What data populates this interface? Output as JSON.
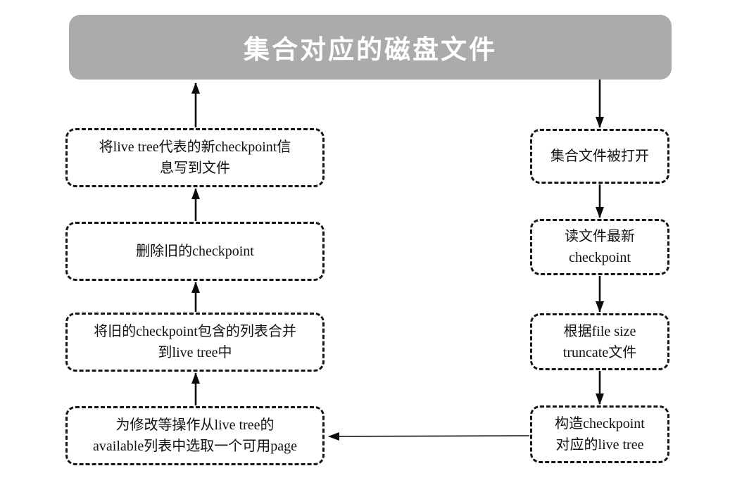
{
  "diagram": {
    "title": "集合对应的磁盘文件",
    "left_flow": [
      {
        "label": "将live tree代表的新checkpoint信\n息写到文件"
      },
      {
        "label": "删除旧的checkpoint"
      },
      {
        "label": "将旧的checkpoint包含的列表合并\n到live tree中"
      },
      {
        "label": "为修改等操作从live tree的\navailable列表中选取一个可用page"
      }
    ],
    "right_flow": [
      {
        "label": "集合文件被打开"
      },
      {
        "label": "读文件最新\ncheckpoint"
      },
      {
        "label": "根据file size\ntruncate文件"
      },
      {
        "label": "构造checkpoint\n对应的live tree"
      }
    ],
    "connections": [
      {
        "from": "write-new-checkpoint",
        "to": "disk-file-title",
        "direction": "up"
      },
      {
        "from": "delete-old-checkpoint",
        "to": "write-new-checkpoint",
        "direction": "up"
      },
      {
        "from": "merge-old-checkpoint-lists",
        "to": "delete-old-checkpoint",
        "direction": "up"
      },
      {
        "from": "pick-available-page",
        "to": "merge-old-checkpoint-lists",
        "direction": "up"
      },
      {
        "from": "disk-file-title",
        "to": "collection-file-opened",
        "direction": "down"
      },
      {
        "from": "collection-file-opened",
        "to": "read-latest-checkpoint",
        "direction": "down"
      },
      {
        "from": "read-latest-checkpoint",
        "to": "truncate-file",
        "direction": "down"
      },
      {
        "from": "truncate-file",
        "to": "build-live-tree",
        "direction": "down"
      },
      {
        "from": "build-live-tree",
        "to": "pick-available-page",
        "direction": "left"
      }
    ]
  },
  "colors": {
    "background": "#FFFFFF",
    "title_bg": "#ACABAB",
    "title_text": "#FFFFFF",
    "box_border": "#161616",
    "arrow": "#0C0C0C"
  }
}
